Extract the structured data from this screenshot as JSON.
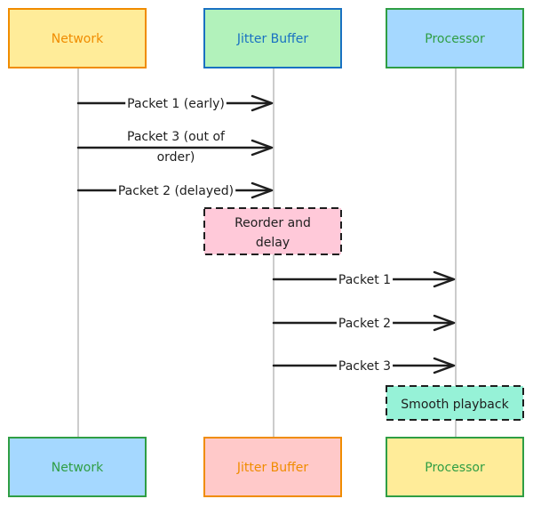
{
  "participants_top": [
    {
      "label": "Network",
      "fill": "#ffec99",
      "stroke": "#f08c00",
      "text": "#f08c00"
    },
    {
      "label": "Jitter Buffer",
      "fill": "#b2f2bb",
      "stroke": "#1971c2",
      "text": "#1971c2"
    },
    {
      "label": "Processor",
      "fill": "#a5d8ff",
      "stroke": "#2f9e44",
      "text": "#2f9e44"
    }
  ],
  "participants_bottom": [
    {
      "label": "Network",
      "fill": "#a5d8ff",
      "stroke": "#2f9e44",
      "text": "#2f9e44"
    },
    {
      "label": "Jitter Buffer",
      "fill": "#ffc9c9",
      "stroke": "#f08c00",
      "text": "#f08c00"
    },
    {
      "label": "Processor",
      "fill": "#ffec99",
      "stroke": "#2f9e44",
      "text": "#2f9e44"
    }
  ],
  "messages": [
    {
      "from": "Network",
      "to": "Jitter Buffer",
      "lines": [
        "Packet 1 (early)"
      ]
    },
    {
      "from": "Network",
      "to": "Jitter Buffer",
      "lines": [
        "Packet 3 (out of",
        "order)"
      ]
    },
    {
      "from": "Network",
      "to": "Jitter Buffer",
      "lines": [
        "Packet 2 (delayed)"
      ]
    },
    {
      "from": "Jitter Buffer",
      "to": "Processor",
      "lines": [
        "Packet 1"
      ]
    },
    {
      "from": "Jitter Buffer",
      "to": "Processor",
      "lines": [
        "Packet 2"
      ]
    },
    {
      "from": "Jitter Buffer",
      "to": "Processor",
      "lines": [
        "Packet 3"
      ]
    }
  ],
  "notes": [
    {
      "over": "Jitter Buffer",
      "lines": [
        "Reorder and",
        "delay"
      ],
      "fill": "#ffc9d9"
    },
    {
      "over": "Processor",
      "lines": [
        "Smooth playback"
      ],
      "fill": "#96f2d7"
    }
  ]
}
